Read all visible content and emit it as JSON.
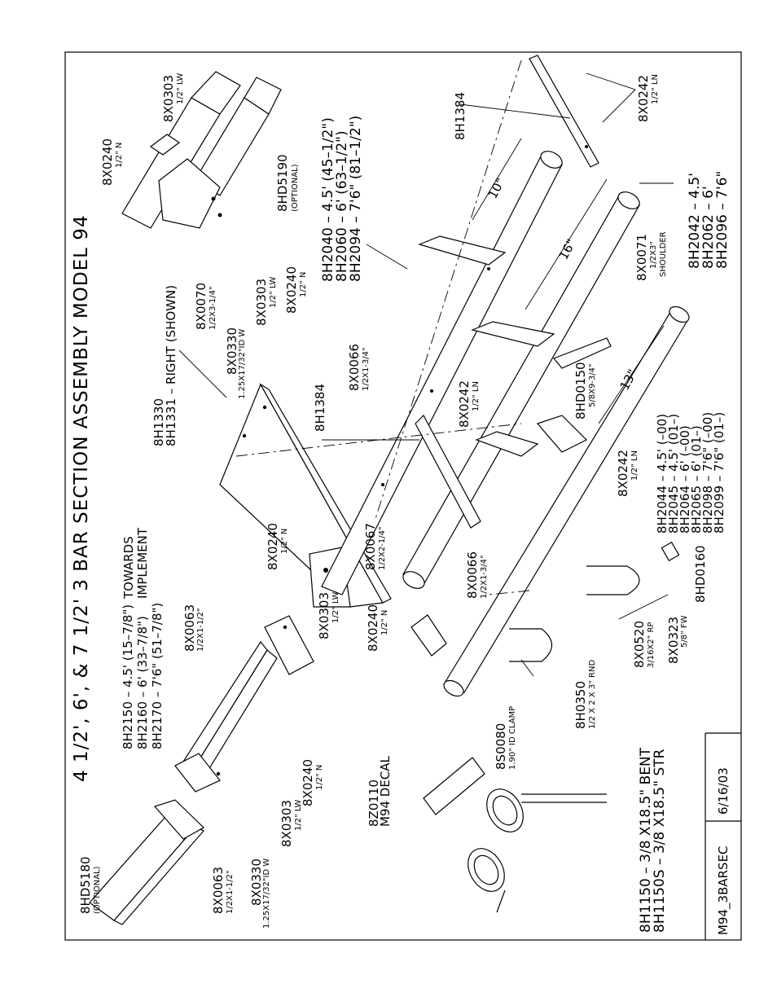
{
  "title": "4 1/2', 6', & 7 1/2' 3 BAR SECTION ASSEMBLY MODEL 94",
  "footer": {
    "drawing_id": "M94_3BARSEC",
    "date": "6/16/03"
  },
  "direction": {
    "line1": "TOWARDS",
    "line2": "IMPLEMENT"
  },
  "parts": {
    "p8HD5190": {
      "num": "8HD5190",
      "note": "(OPTIONAL)"
    },
    "p8HD5180": {
      "num": "8HD5180",
      "note": "(OPTIONAL)"
    },
    "p8X0240_top": {
      "num": "8X0240",
      "desc": "1/2\" N"
    },
    "p8X0303_top": {
      "num": "8X0303",
      "desc": "1/2\" LW"
    },
    "p8X0070": {
      "num": "8X0070",
      "desc": "1/2X3-1/4\""
    },
    "p8X0330_top": {
      "num": "8X0330",
      "desc": "1.25X17/32\"ID W"
    },
    "p8X0303_mid": {
      "num": "8X0303",
      "desc": "1/2\" LW"
    },
    "p8X0240_mid": {
      "num": "8X0240",
      "desc": "1/2\" N"
    },
    "p8H1330": {
      "line1": "8H1330",
      "line2": "8H1331  –  RIGHT (SHOWN)"
    },
    "p8H2150_group": {
      "line1": "8H2150  –  4.5'  (15–7/8\")",
      "line2": "8H2160  –  6'     (33–7/8\")",
      "line3": "8H2170  –  7'6\"  (51–7/8\")"
    },
    "p8X0063_a": {
      "num": "8X0063",
      "desc": "1/2X1-1/2\""
    },
    "p8X0240_a": {
      "num": "8X0240",
      "desc": "1/2\" N"
    },
    "p8X0303_a": {
      "num": "8X0303",
      "desc": "1/2\" LW"
    },
    "p8X0240_b": {
      "num": "8X0240",
      "desc": "1/2\" N"
    },
    "p8X0067": {
      "num": "8X0067",
      "desc": "1/2X2-1/4\""
    },
    "p8X0066_a": {
      "num": "8X0066",
      "desc": "1/2X1-3/4\""
    },
    "p8X0066_b": {
      "num": "8X0066",
      "desc": "1/2X1-3/4\""
    },
    "p8H1384_a": {
      "num": "8H1384"
    },
    "p8H1384_b": {
      "num": "8H1384"
    },
    "p8X0242_a": {
      "num": "8X0242",
      "desc": "1/2\" LN"
    },
    "p8X0242_b": {
      "num": "8X0242",
      "desc": "1/2\" LN"
    },
    "p8X0242_c": {
      "num": "8X0242",
      "desc": "1/2\" LN"
    },
    "p8H2040_group": {
      "line1": "8H2040  –  4.5'  (45–1/2\")",
      "line2": "8H2060  –  6'     (63–1/2\")",
      "line3": "8H2094  –  7'6\"  (81–1/2\")"
    },
    "p8H2042_group": {
      "line1": "8H2042  –  4.5'",
      "line2": "8H2062  –  6'",
      "line3": "8H2096  –  7'6\""
    },
    "p8X0071": {
      "num": "8X0071",
      "desc": "1/2X3\"",
      "desc2": "SHOULDER"
    },
    "p8HD0150": {
      "num": "8HD0150",
      "desc": "5/8X9-3/4\""
    },
    "p8H2044_group": {
      "rows": [
        "8H2044  –  4.5'  (–00)",
        "8H2045  –  4.5'  (01–)",
        "8H2064  –  6'     (–00)",
        "8H2065  –  6'     (01–)",
        "8H2098  –  7'6\"  (–00)",
        "8H2099  –  7'6\"  (01–)"
      ]
    },
    "p8HD0160": {
      "num": "8HD0160"
    },
    "p8X0323": {
      "num": "8X0323",
      "desc": "5/8\" FW"
    },
    "p8X0520": {
      "num": "8X0520",
      "desc": "3/16X2\" RP"
    },
    "p8H0350": {
      "num": "8H0350",
      "desc": "1/2 X 2 X 3\" RND"
    },
    "p8S0080": {
      "num": "8S0080",
      "desc": "1.90\" ID CLAMP"
    },
    "p8X0330_b": {
      "num": "8X0330",
      "desc": "1.25X17/32\"ID W"
    },
    "p8X0303_b": {
      "num": "8X0303",
      "desc": "1/2\" LW"
    },
    "p8X0240_c": {
      "num": "8X0240",
      "desc": "1/2\" N"
    },
    "p8X0063_b": {
      "num": "8X0063",
      "desc": "1/2X1-1/2\""
    },
    "p8Z0110": {
      "num": "8Z0110",
      "desc": "M94 DECAL"
    },
    "p8H1150": {
      "line1": "8H1150  –  3/8 X18.5\" BENT",
      "line2": "8H1150S  –  3/8 X18.5\" STR"
    }
  },
  "dimensions": {
    "d10": "10\"",
    "d16": "16\"",
    "d13": "13\""
  }
}
